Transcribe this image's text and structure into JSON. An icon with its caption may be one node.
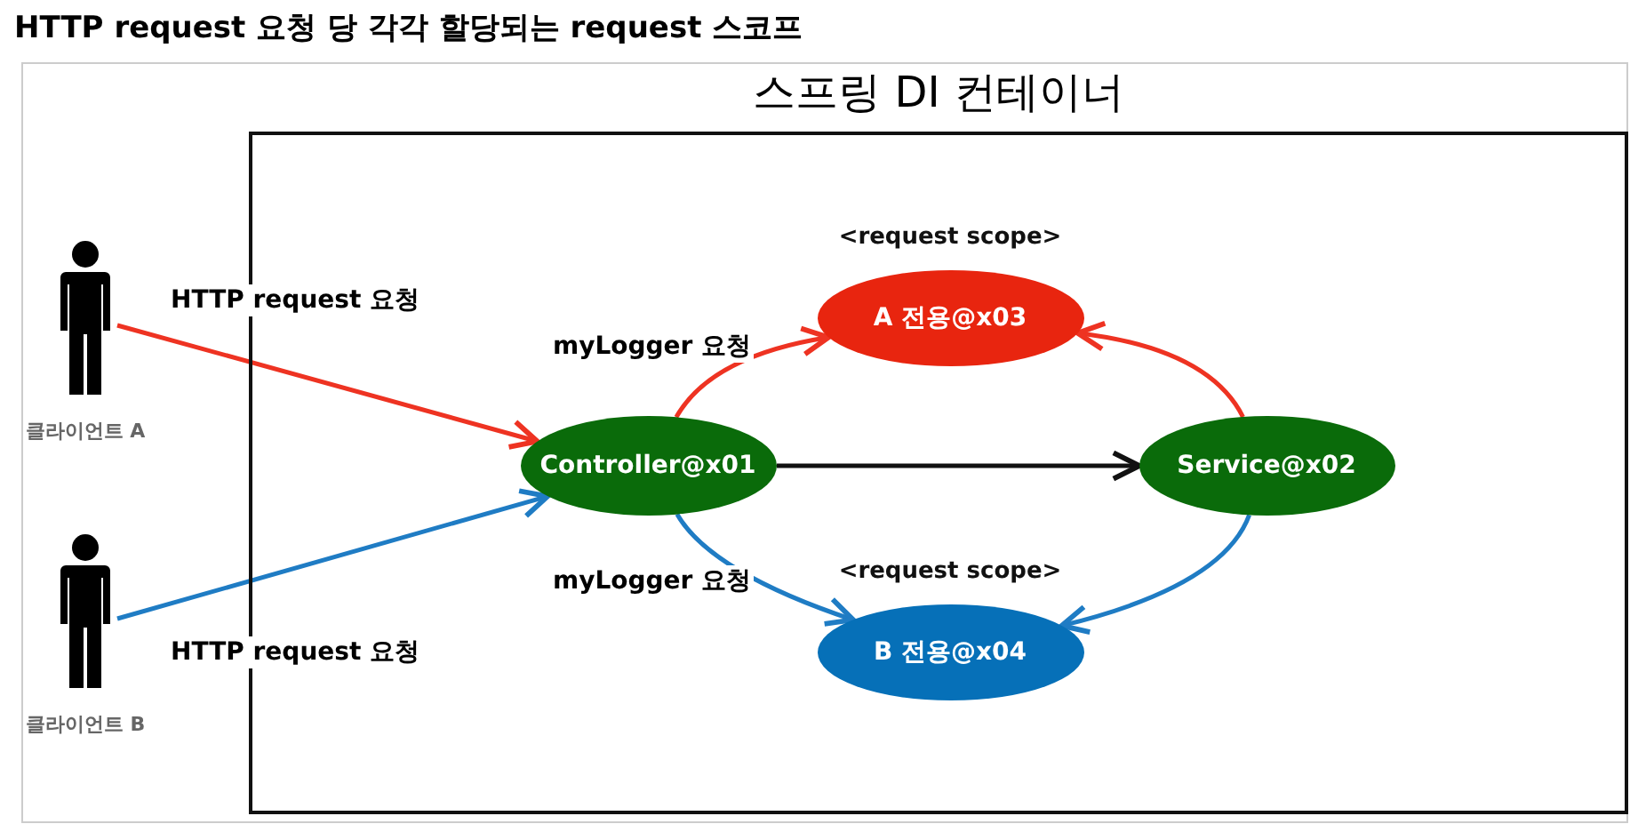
{
  "diagram": {
    "title": "HTTP request 요청 당 각각 할당되는 request 스코프",
    "nodes": [
      {
        "text": [
          "스프링 DI 컨테이너"
        ]
      },
      {
        "text": [
          "클라이언트 A"
        ]
      },
      {
        "text": [
          "클라이언트 B"
        ]
      },
      {
        "text": [
          "A 전용@x03"
        ],
        "in": 0,
        "beside": [
          "<request scope>"
        ]
      },
      {
        "text": [
          "Controller@x01"
        ],
        "in": 0
      },
      {
        "text": [
          "Service@x02"
        ],
        "in": 0
      },
      {
        "text": [
          "B 전용@x04"
        ],
        "in": 0,
        "beside": [
          "<request scope>"
        ]
      }
    ],
    "edges": [
      {
        "from": 1,
        "to": 4,
        "arrow": "to",
        "label": "HTTP request 요청",
        "color": "#ee3322"
      },
      {
        "from": 2,
        "to": 4,
        "arrow": "to",
        "label": "HTTP request 요청",
        "color": "#1f7cc4"
      },
      {
        "from": 4,
        "to": 3,
        "arrow": "to",
        "label": "myLogger 요청",
        "color": "#ee3322"
      },
      {
        "from": 4,
        "to": 6,
        "arrow": "to",
        "label": "myLogger 요청",
        "color": "#1f7cc4"
      },
      {
        "from": 4,
        "to": 5,
        "arrow": "to",
        "color": "#111111"
      },
      {
        "from": 5,
        "to": 3,
        "arrow": "to",
        "color": "#ee3322"
      },
      {
        "from": 5,
        "to": 6,
        "arrow": "to",
        "color": "#1f7cc4"
      }
    ]
  }
}
